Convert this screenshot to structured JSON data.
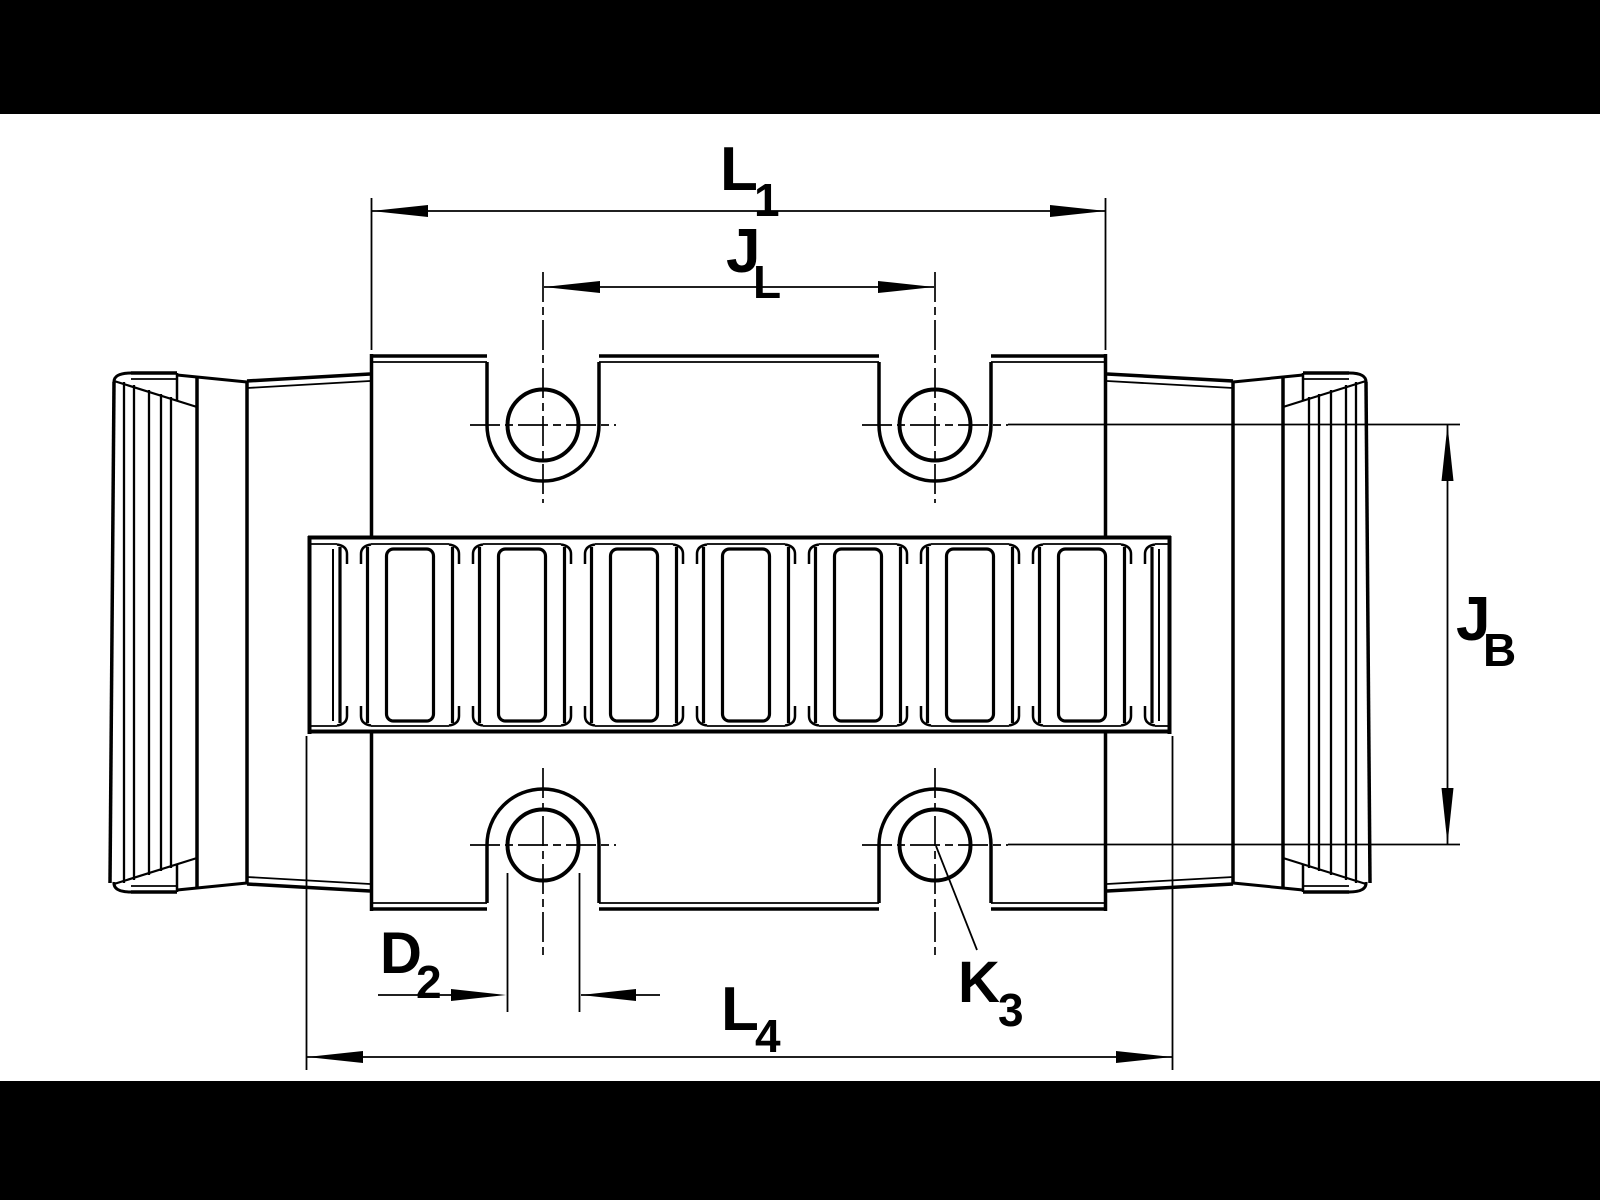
{
  "drawing": {
    "kind": "technical-dimension-drawing",
    "colors": {
      "line": "#000000",
      "background": "#ffffff",
      "letterbox": "#000000"
    },
    "dimensions": {
      "l1": {
        "main": "L",
        "sub": "1"
      },
      "jl": {
        "main": "J",
        "sub": "L"
      },
      "jb": {
        "main": "J",
        "sub": "B"
      },
      "d2": {
        "main": "D",
        "sub": "2"
      },
      "k3": {
        "main": "K",
        "sub": "3"
      },
      "l4": {
        "main": "L",
        "sub": "4"
      }
    }
  }
}
